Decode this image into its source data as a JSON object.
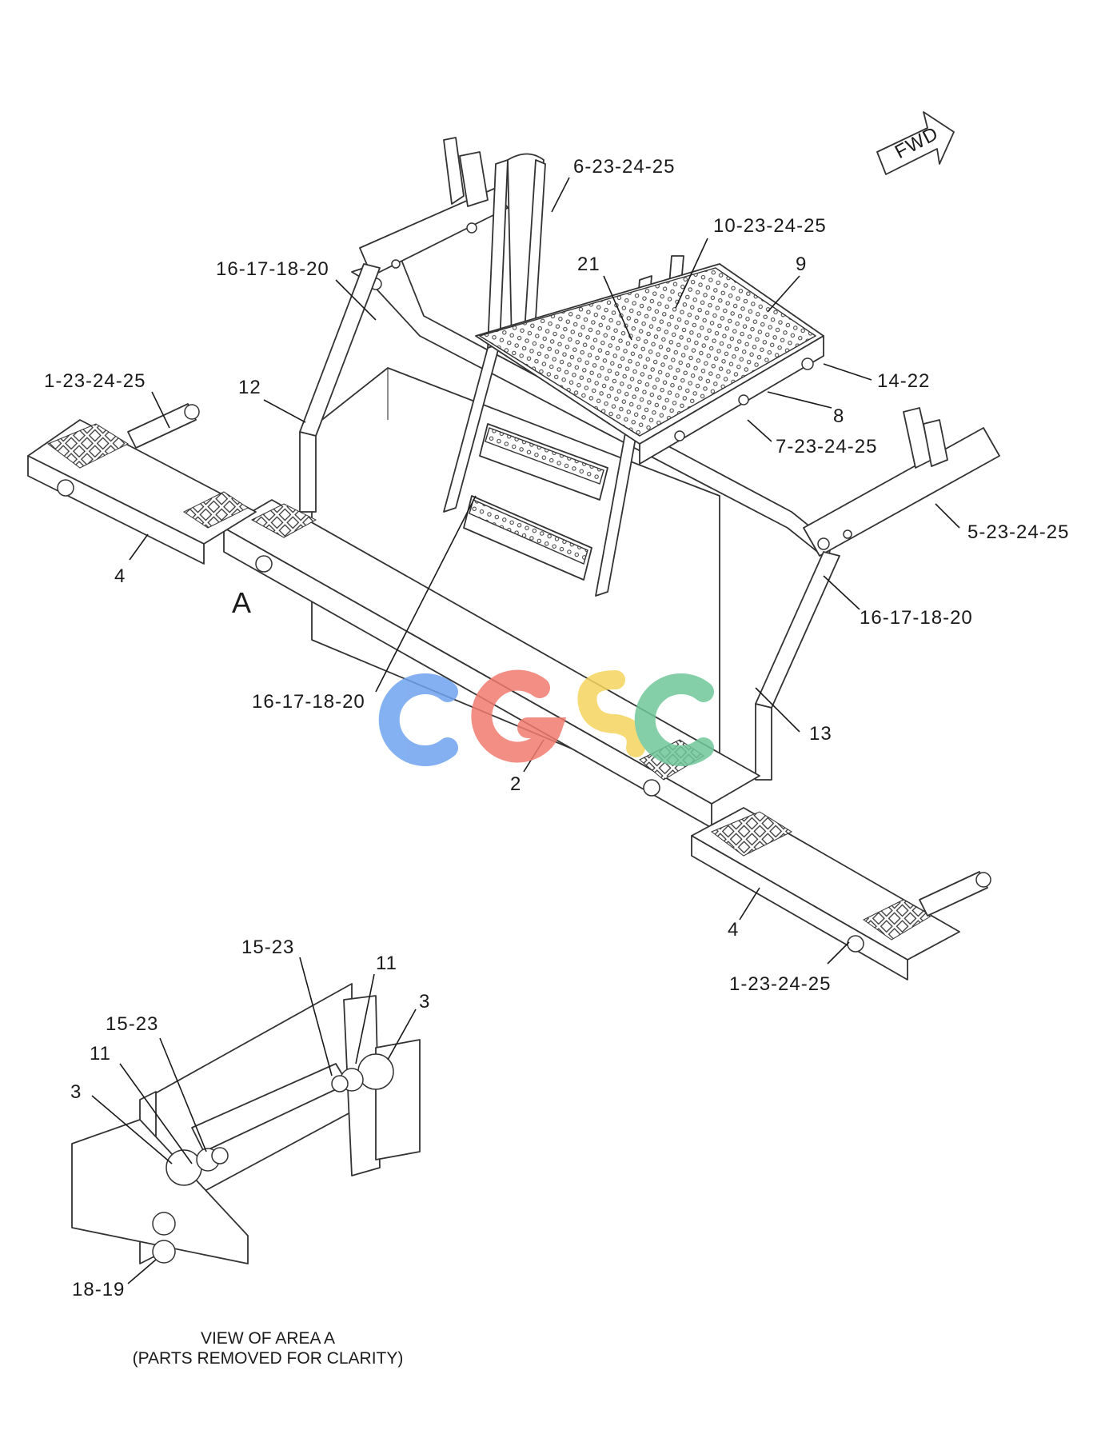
{
  "callouts": {
    "c_6_23_24_25": "6-23-24-25",
    "c_10_23_24_25": "10-23-24-25",
    "c_21": "21",
    "c_9": "9",
    "c_16_17_18_20_top": "16-17-18-20",
    "c_1_23_24_25_left": "1-23-24-25",
    "c_12": "12",
    "c_14_22": "14-22",
    "c_8": "8",
    "c_7_23_24_25": "7-23-24-25",
    "c_5_23_24_25": "5-23-24-25",
    "c_4_left": "4",
    "c_A": "A",
    "c_16_17_18_20_right": "16-17-18-20",
    "c_16_17_18_20_mid": "16-17-18-20",
    "c_13": "13",
    "c_2": "2",
    "c_4_right": "4",
    "c_1_23_24_25_right": "1-23-24-25",
    "c_15_23_top": "15-23",
    "c_11_top": "11",
    "c_3_top": "3",
    "c_15_23_left": "15-23",
    "c_11_left": "11",
    "c_3_left": "3",
    "c_18_19": "18-19"
  },
  "fwd_label": "FWD",
  "view_caption": {
    "line1": "VIEW OF AREA A",
    "line2": "(PARTS REMOVED FOR CLARITY)"
  },
  "watermark": {
    "text": "CGSC",
    "colors": [
      "#6fa3f0",
      "#f07b6f",
      "#f5d45e",
      "#6fc79a"
    ]
  }
}
